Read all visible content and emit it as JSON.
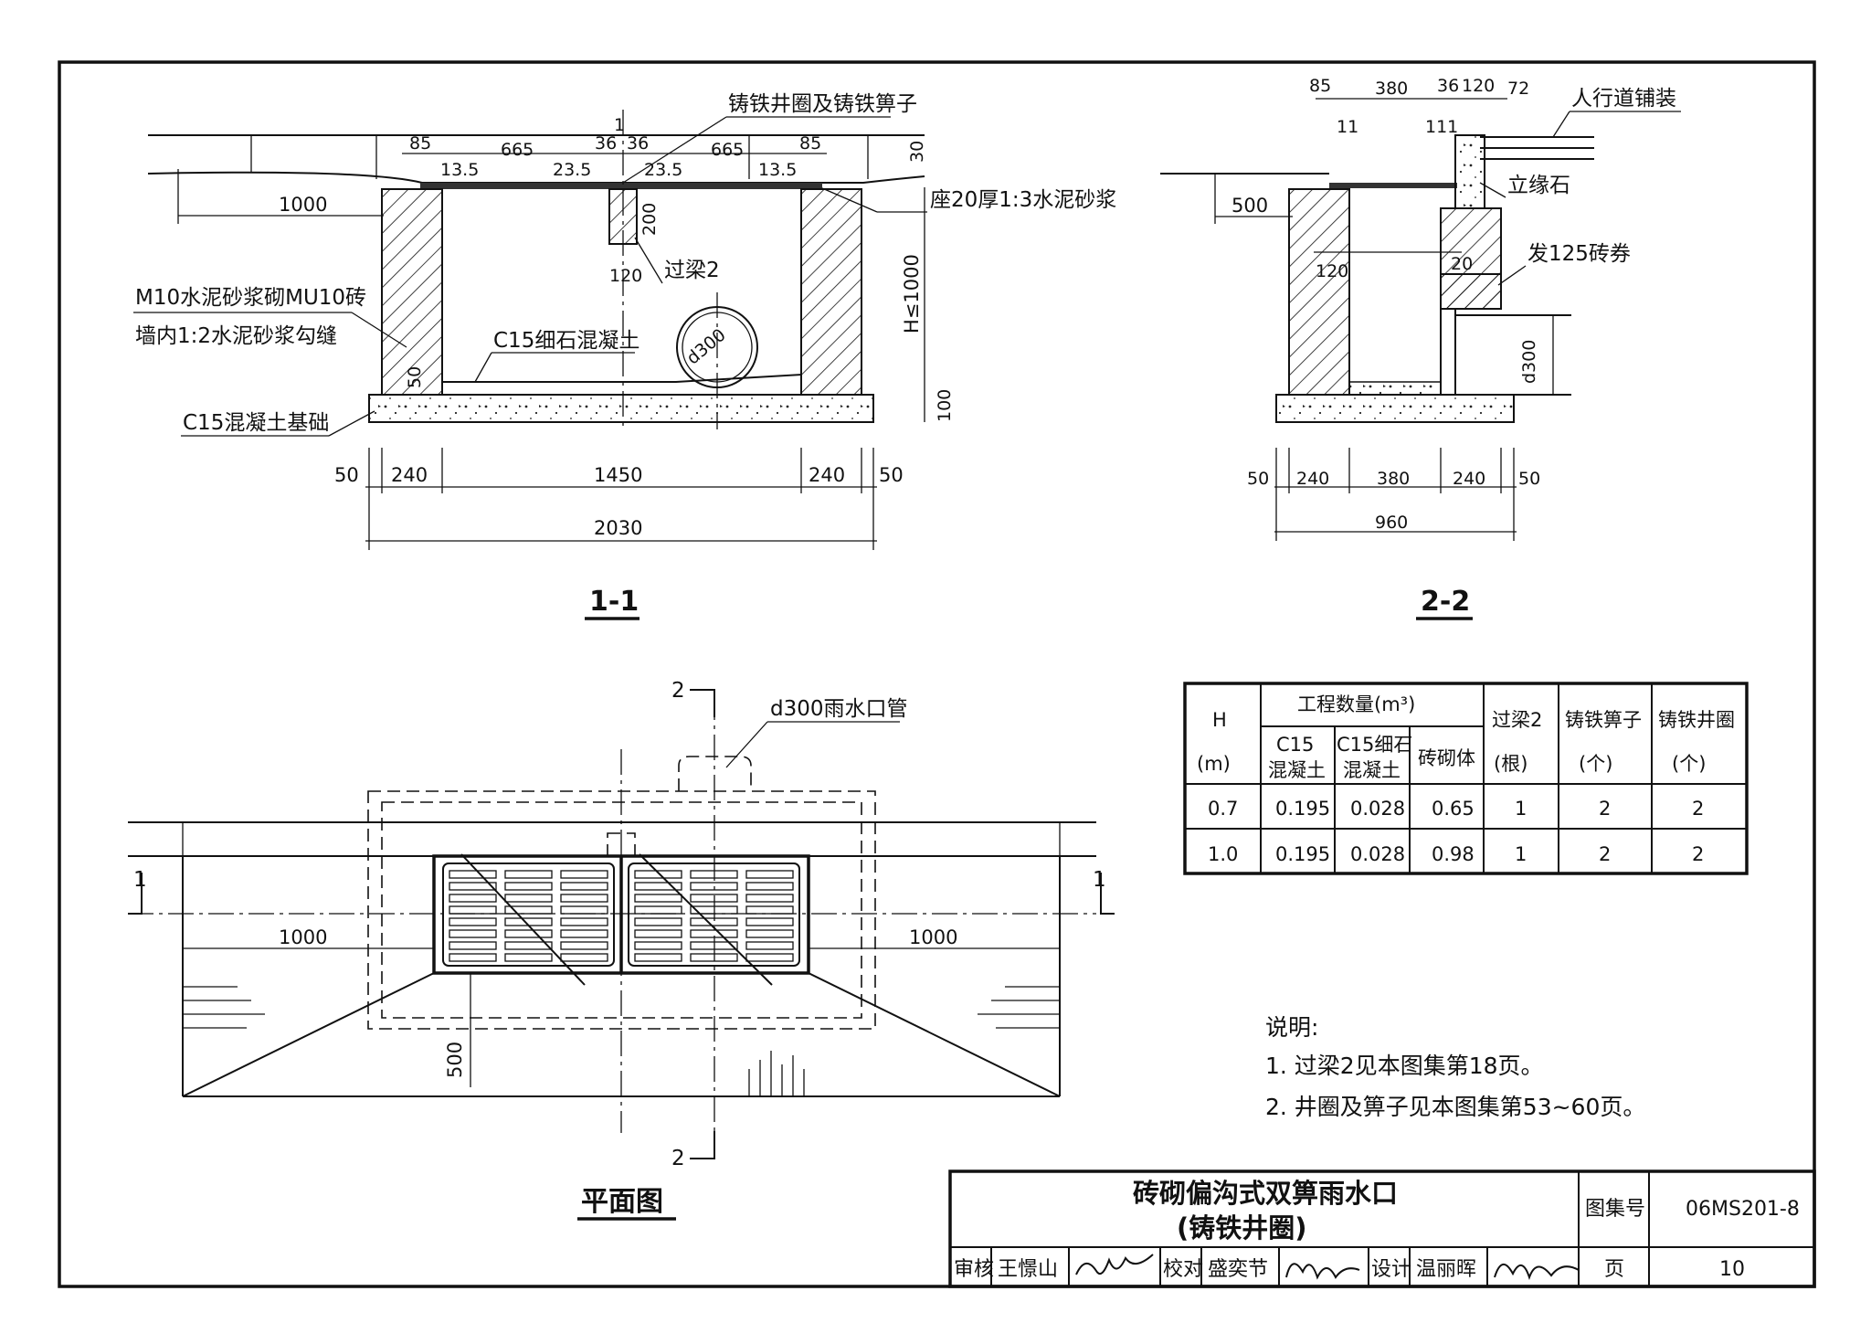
{
  "section_1_1": {
    "title": "1-1",
    "labels": {
      "casting": "铸铁井圈及铸铁箅子",
      "mortar_seat": "座20厚1:3水泥砂浆",
      "beam": "过梁2",
      "wall": "M10水泥砂浆砌MU10砖",
      "wall_joint": "墙内1:2水泥砂浆勾缝",
      "fine_concrete": "C15细石混凝土",
      "foundation": "C15混凝土基础",
      "pipe": "d300",
      "height": "H≤1000"
    },
    "dims": {
      "top_85a": "85",
      "top_665a": "665",
      "top_1": "1",
      "top_36a": "36",
      "top_36b": "36",
      "top_665b": "665",
      "top_85b": "85",
      "top_30": "30",
      "top_135a": "13.5",
      "top_235a": "23.5",
      "top_235b": "23.5",
      "top_135b": "13.5",
      "left_1000": "1000",
      "beam_200": "200",
      "beam_120": "120",
      "fill_50": "50",
      "base_100": "100",
      "b50a": "50",
      "b240a": "240",
      "b1450": "1450",
      "b240b": "240",
      "b50b": "50",
      "b2030": "2030"
    }
  },
  "section_2_2": {
    "title": "2-2",
    "labels": {
      "paving": "人行道铺装",
      "curb": "立缘石",
      "arch": "发125砖券",
      "pipe": "d300"
    },
    "dims": {
      "t85": "85",
      "t380": "380",
      "t36": "36",
      "t120": "120",
      "t72": "72",
      "t11a": "11",
      "t111": "111",
      "d500": "500",
      "d120": "120",
      "d20": "20",
      "b50a": "50",
      "b240a": "240",
      "b380": "380",
      "b240b": "240",
      "b50b": "50",
      "b960": "960"
    }
  },
  "plan": {
    "title": "平面图",
    "labels": {
      "pipe": "d300雨水口管"
    },
    "marks": {
      "cut_1": "1",
      "cut_2": "2"
    },
    "dims": {
      "left_1000": "1000",
      "right_1000": "1000",
      "d500": "500"
    }
  },
  "quantity_table": {
    "h_header": "H",
    "h_unit": "(m)",
    "group_header": "工程数量(m³)",
    "c15_a": "C15",
    "c15_b": "混凝土",
    "c15f_a": "C15细石",
    "c15f_b": "混凝土",
    "brick": "砖砌体",
    "beam_a": "过梁2",
    "beam_b": "(根)",
    "grate_a": "铸铁箅子",
    "grate_b": "(个)",
    "ring_a": "铸铁井圈",
    "ring_b": "(个)",
    "rows": [
      [
        "0.7",
        "0.195",
        "0.028",
        "0.65",
        "1",
        "2",
        "2"
      ],
      [
        "1.0",
        "0.195",
        "0.028",
        "0.98",
        "1",
        "2",
        "2"
      ]
    ]
  },
  "notes": {
    "heading": "说明:",
    "items": [
      "1. 过梁2见本图集第18页。",
      "2. 井圈及箅子见本图集第53~60页。"
    ]
  },
  "title_block": {
    "title_line1": "砖砌偏沟式双箅雨水口",
    "title_line2": "(铸铁井圈)",
    "atlas_label": "图集号",
    "atlas_no": "06MS201-8",
    "review_label": "审核",
    "reviewer": "王憬山",
    "check_label": "校对",
    "checker": "盛奕节",
    "design_label": "设计",
    "designer": "温丽晖",
    "page_label": "页",
    "page_no": "10"
  }
}
